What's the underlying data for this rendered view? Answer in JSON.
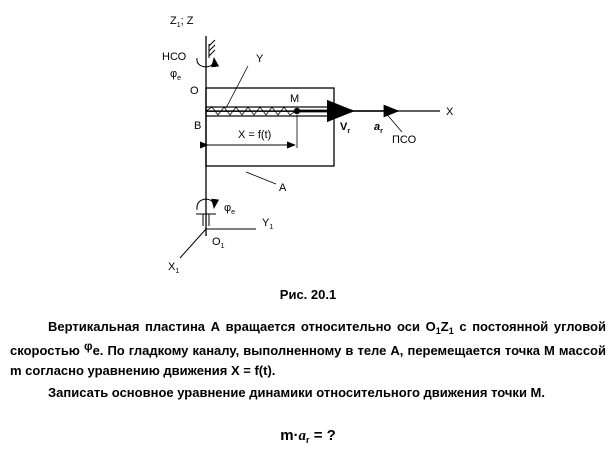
{
  "figure": {
    "labels": {
      "z_axis": "Z",
      "z_sub": "1",
      "z_sep": "; Z",
      "nso": "НСО",
      "phi_top": "φ",
      "phi_top_sub": "e",
      "y_axis": "Y",
      "o_point": "O",
      "b_point": "B",
      "m_point": "M",
      "x_axis": "X",
      "velocity": "V",
      "velocity_sub": "r",
      "acceleration": "a",
      "acceleration_sub": "r",
      "pso": "ПСО",
      "x_equation": "X = f(t)",
      "plate": "A",
      "phi_bottom": "φ",
      "phi_bottom_sub": "e",
      "y1_axis": "Y",
      "y1_sub": "1",
      "o1_point": "O",
      "o1_sub": "1",
      "x1_axis": "X",
      "x1_sub": "1"
    }
  },
  "caption": "Рис. 20.1",
  "paragraph1": {
    "text1": "Вертикальная пластина А вращается относительно оси O",
    "sub1": "1",
    "text2": "Z",
    "sub2": "1",
    "text3": " с постоянной угловой скоростью ",
    "phi": "φ",
    "phi_e": "e",
    "text4": ". По гладкому каналу, выполненному в теле А, перемещается точка М массой m согласно уравнению движения X = f(t)."
  },
  "paragraph2": "Записать основное уравнение динамики относительного движения точки М.",
  "equation": {
    "prefix": "m·",
    "symbol": "a",
    "sub": "r",
    "suffix": " = ?"
  }
}
